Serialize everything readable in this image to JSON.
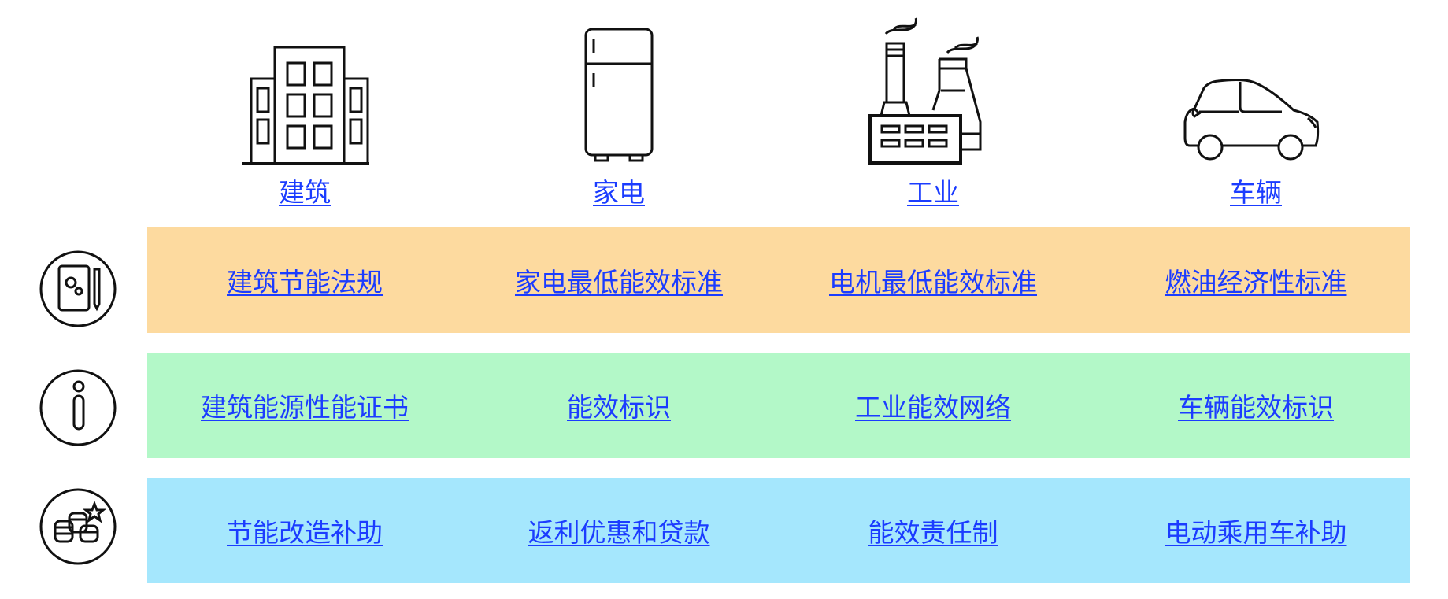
{
  "categories": [
    {
      "label": "建筑",
      "icon": "building-icon"
    },
    {
      "label": "家电",
      "icon": "refrigerator-icon"
    },
    {
      "label": "工业",
      "icon": "factory-icon"
    },
    {
      "label": "车辆",
      "icon": "car-icon"
    }
  ],
  "rows": [
    {
      "icon": "regulation-icon",
      "color": "#FDDA9F",
      "items": [
        "建筑节能法规",
        "家电最低能效标准",
        "电机最低能效标准",
        "燃油经济性标准"
      ]
    },
    {
      "icon": "info-icon",
      "color": "#B3F8C8",
      "items": [
        "建筑能源性能证书",
        "能效标识",
        "工业能效网络",
        "车辆能效标识"
      ]
    },
    {
      "icon": "coins-icon",
      "color": "#A5E7FD",
      "items": [
        "节能改造补助",
        "返利优惠和贷款",
        "能效责任制",
        "电动乘用车补助"
      ]
    }
  ]
}
